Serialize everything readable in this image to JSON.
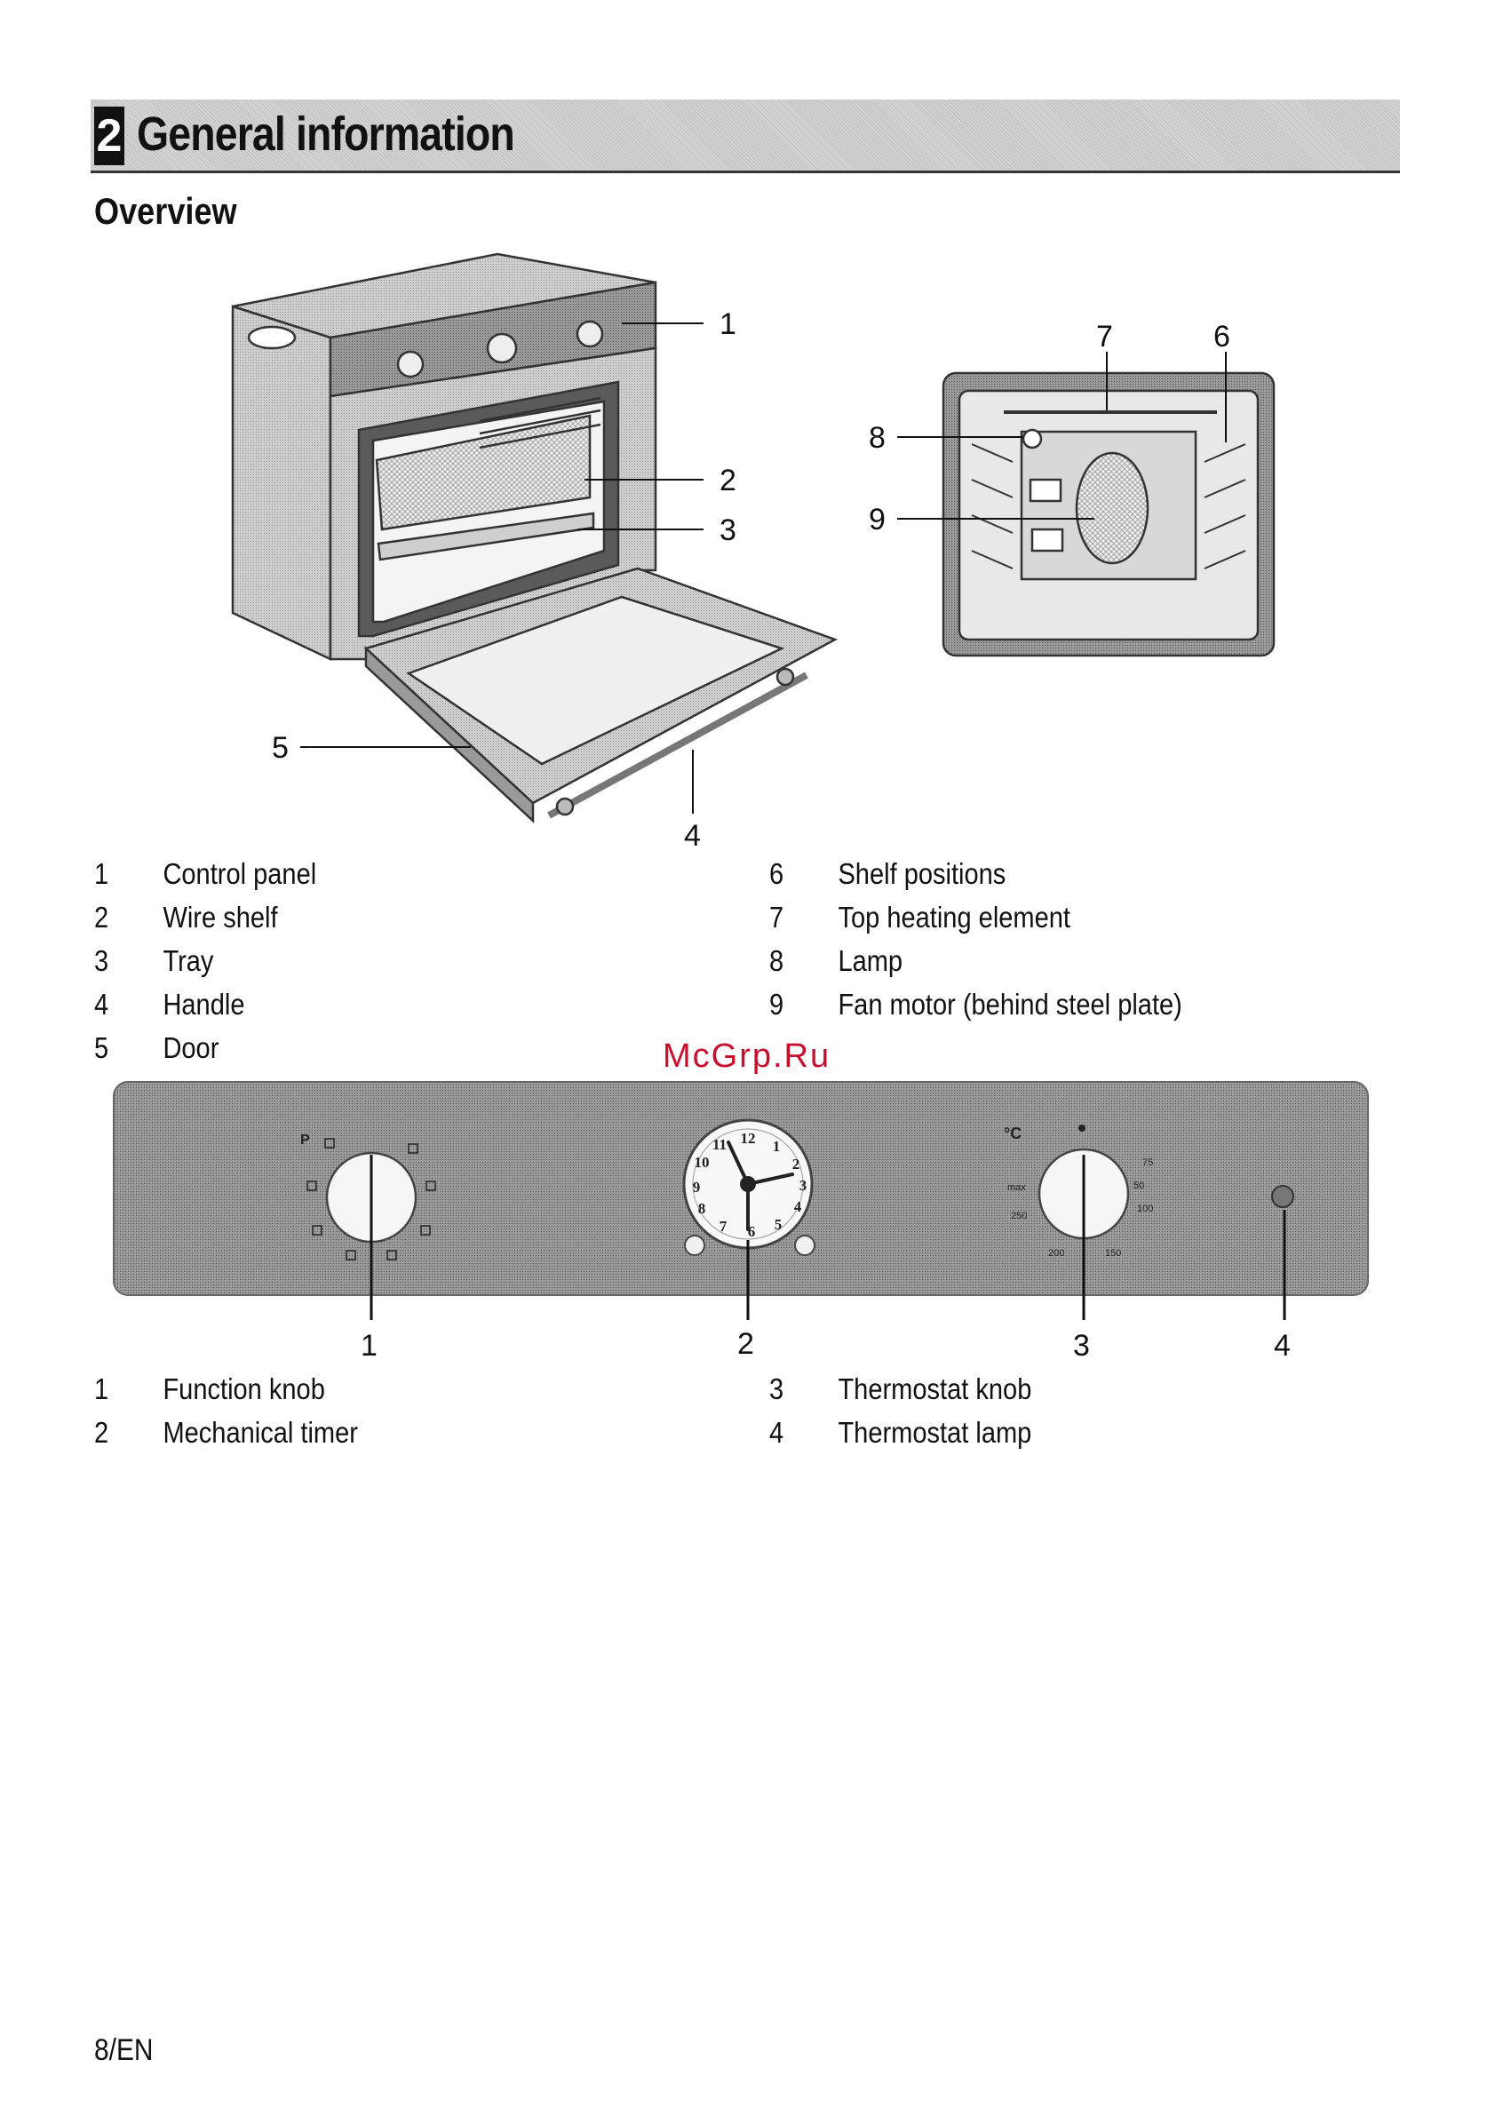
{
  "header": {
    "chapter_number": "2",
    "chapter_title": "General information",
    "section_title": "Overview"
  },
  "oven_callouts": [
    "1",
    "2",
    "3",
    "4",
    "5"
  ],
  "cavity_callouts": [
    "7",
    "6",
    "8",
    "9"
  ],
  "panel_callouts": [
    "1",
    "2",
    "3",
    "4"
  ],
  "oven_legend": {
    "left": [
      {
        "num": "1",
        "text": "Control panel"
      },
      {
        "num": "2",
        "text": "Wire shelf"
      },
      {
        "num": "3",
        "text": "Tray"
      },
      {
        "num": "4",
        "text": "Handle"
      },
      {
        "num": "5",
        "text": "Door"
      }
    ],
    "right": [
      {
        "num": "6",
        "text": "Shelf positions"
      },
      {
        "num": "7",
        "text": "Top heating element"
      },
      {
        "num": "8",
        "text": "Lamp"
      },
      {
        "num": "9",
        "text": "Fan motor (behind steel plate)"
      }
    ]
  },
  "panel_legend": {
    "left": [
      {
        "num": "1",
        "text": "Function knob"
      },
      {
        "num": "2",
        "text": "Mechanical timer"
      }
    ],
    "right": [
      {
        "num": "3",
        "text": "Thermostat knob"
      },
      {
        "num": "4",
        "text": "Thermostat lamp"
      }
    ]
  },
  "control_panel": {
    "function_knob_symbol": "P",
    "thermostat_unit": "°C",
    "thermostat_labels": [
      "max",
      "250",
      "50",
      "100",
      "200",
      "150",
      "75"
    ],
    "timer_numbers": [
      "12",
      "1",
      "2",
      "3",
      "4",
      "5",
      "6",
      "7",
      "8",
      "9",
      "10",
      "11"
    ]
  },
  "watermark": "McGrp.Ru",
  "footer": {
    "page_label": "8/EN"
  }
}
